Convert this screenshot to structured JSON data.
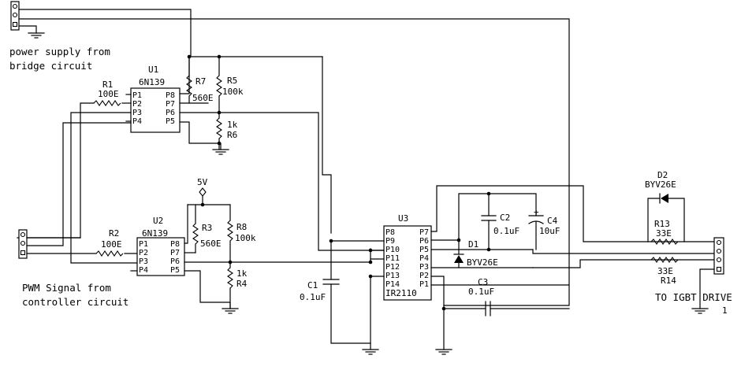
{
  "captions": {
    "power_line1": "power supply from",
    "power_line2": "bridge circuit",
    "pwm_line1": "PWM Signal from",
    "pwm_line2": "controller circuit",
    "igbt": "TO IGBT DRIVE",
    "igbt_num": "1"
  },
  "chips": {
    "u1": {
      "ref": "U1",
      "part": "6N139",
      "pins_left": [
        "P1",
        "P2",
        "P3",
        "P4"
      ],
      "pins_right": [
        "P8",
        "P7",
        "P6",
        "P5"
      ]
    },
    "u2": {
      "ref": "U2",
      "part": "6N139",
      "pins_left": [
        "P1",
        "P2",
        "P3",
        "P4"
      ],
      "pins_right": [
        "P8",
        "P7",
        "P6",
        "P5"
      ]
    },
    "u3": {
      "ref": "U3",
      "part": "IR2110",
      "pins_left": [
        "P8",
        "P9",
        "P10",
        "P11",
        "P12",
        "P13",
        "P14"
      ],
      "pins_right": [
        "P7",
        "P6",
        "P5",
        "P4",
        "P3",
        "P2",
        "P1"
      ]
    }
  },
  "components": {
    "r1": {
      "ref": "R1",
      "value": "100E"
    },
    "r2": {
      "ref": "R2",
      "value": "100E"
    },
    "r3": {
      "ref": "R3",
      "value": "560E"
    },
    "r4": {
      "ref": "R4",
      "value": "1k"
    },
    "r5": {
      "ref": "R5",
      "value": "100k"
    },
    "r6": {
      "ref": "R6",
      "value": "1k"
    },
    "r7": {
      "ref": "R7",
      "value": "560E"
    },
    "r8": {
      "ref": "R8",
      "value": "100k"
    },
    "r13": {
      "ref": "R13",
      "value": "33E"
    },
    "r14": {
      "ref": "R14",
      "value": "33E"
    },
    "c1": {
      "ref": "C1",
      "value": "0.1uF"
    },
    "c2": {
      "ref": "C2",
      "value": "0.1uF"
    },
    "c3": {
      "ref": "C3",
      "value": "0.1uF"
    },
    "c4": {
      "ref": "C4",
      "value": "10uF",
      "polarity": "+"
    },
    "d1": {
      "ref": "D1",
      "value": "BYV26E"
    },
    "d2": {
      "ref": "D2",
      "value": "BYV26E"
    }
  },
  "supply": {
    "label": "5V"
  }
}
